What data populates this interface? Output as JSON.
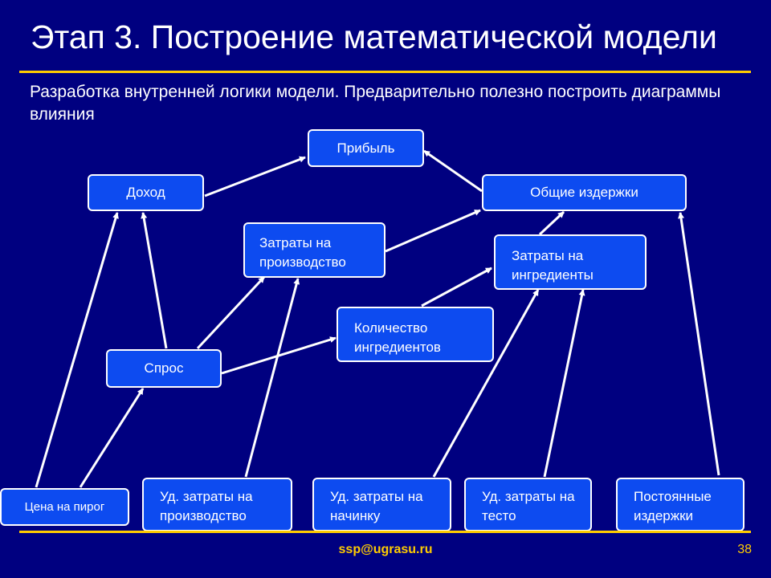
{
  "slide": {
    "title": "Этап 3. Построение математической модели",
    "intro": "Разработка внутренней логики модели. Предварительно полезно построить диаграммы влияния",
    "footer_email": "ssp@ugrasu.ru",
    "page_number": "38"
  },
  "colors": {
    "background": "#000080",
    "node_fill": "#0d4bf0",
    "rule": "#ffcc00",
    "footer_text": "#ffcc00"
  },
  "nodes": {
    "profit": "Прибыль",
    "revenue": "Доход",
    "total_costs": "Общие издержки",
    "production_costs": "Затраты на производство",
    "ingredient_costs": "Затраты на ингредиенты",
    "ingredient_qty": "Количество ингредиентов",
    "demand": "Спрос",
    "pie_price": "Цена на пирог",
    "unit_production_costs": "Уд. затраты на производство",
    "unit_filling_costs": "Уд. затраты на начинку",
    "unit_dough_costs": "Уд. затраты на тесто",
    "fixed_costs": "Постоянные издержки"
  },
  "links": [
    [
      "revenue",
      "profit"
    ],
    [
      "total_costs",
      "profit"
    ],
    [
      "production_costs",
      "total_costs"
    ],
    [
      "ingredient_costs",
      "total_costs"
    ],
    [
      "fixed_costs",
      "total_costs"
    ],
    [
      "demand",
      "revenue"
    ],
    [
      "pie_price",
      "revenue"
    ],
    [
      "demand",
      "production_costs"
    ],
    [
      "unit_production_costs",
      "production_costs"
    ],
    [
      "demand",
      "ingredient_qty"
    ],
    [
      "ingredient_qty",
      "ingredient_costs"
    ],
    [
      "unit_filling_costs",
      "ingredient_costs"
    ],
    [
      "unit_dough_costs",
      "ingredient_costs"
    ],
    [
      "pie_price",
      "demand"
    ]
  ]
}
